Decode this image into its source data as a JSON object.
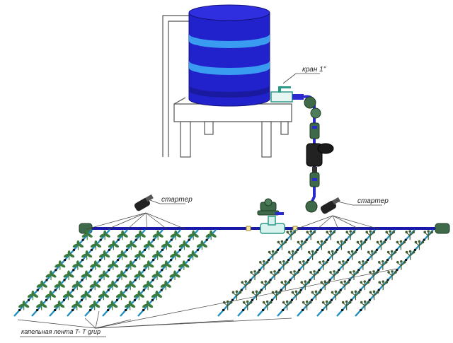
{
  "labels": {
    "valve": "кран 1\"",
    "starter_left": "стартер",
    "starter_right": "стартер",
    "tape": "капельная лента  T- T grup"
  },
  "colors": {
    "tank": "#2222cc",
    "tank_band": "#3a9cf0",
    "main_pipe": "#1a1aa8",
    "drip_tape_left": "#1f8fc0",
    "drip_tape_right": "#1f8fc0",
    "fitting": "#3e6a4a",
    "plant_left": "#3a7a3a",
    "plant_right": "#3f5a30"
  },
  "icons": {
    "tank": "water-tank-icon",
    "valve": "ball-valve-icon",
    "filter": "disc-filter-icon",
    "starter": "starter-connector-icon",
    "end_cap": "end-cap-icon"
  }
}
